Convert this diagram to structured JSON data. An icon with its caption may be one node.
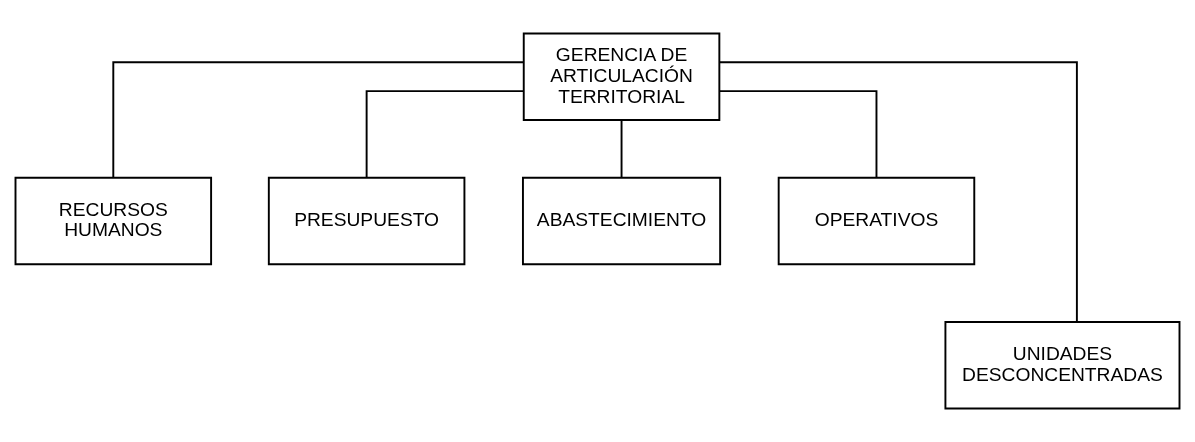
{
  "diagram": {
    "nodes": [
      {
        "text": [
          "GERENCIA DE ARTICULACIÓN TERRITORIAL"
        ]
      },
      {
        "text": [
          "RECURSOS HUMANOS"
        ]
      },
      {
        "text": [
          "PRESUPUESTO"
        ]
      },
      {
        "text": [
          "ABASTECIMIENTO"
        ]
      },
      {
        "text": [
          "OPERATIVOS"
        ]
      },
      {
        "text": [
          "UNIDADES DESCONCENTRADAS"
        ]
      }
    ],
    "edges": [
      {
        "from": 0,
        "to": 1,
        "arrow": "none"
      },
      {
        "from": 0,
        "to": 2,
        "arrow": "none"
      },
      {
        "from": 0,
        "to": 3,
        "arrow": "none"
      },
      {
        "from": 0,
        "to": 4,
        "arrow": "none"
      },
      {
        "from": 0,
        "to": 5,
        "arrow": "none"
      }
    ]
  }
}
